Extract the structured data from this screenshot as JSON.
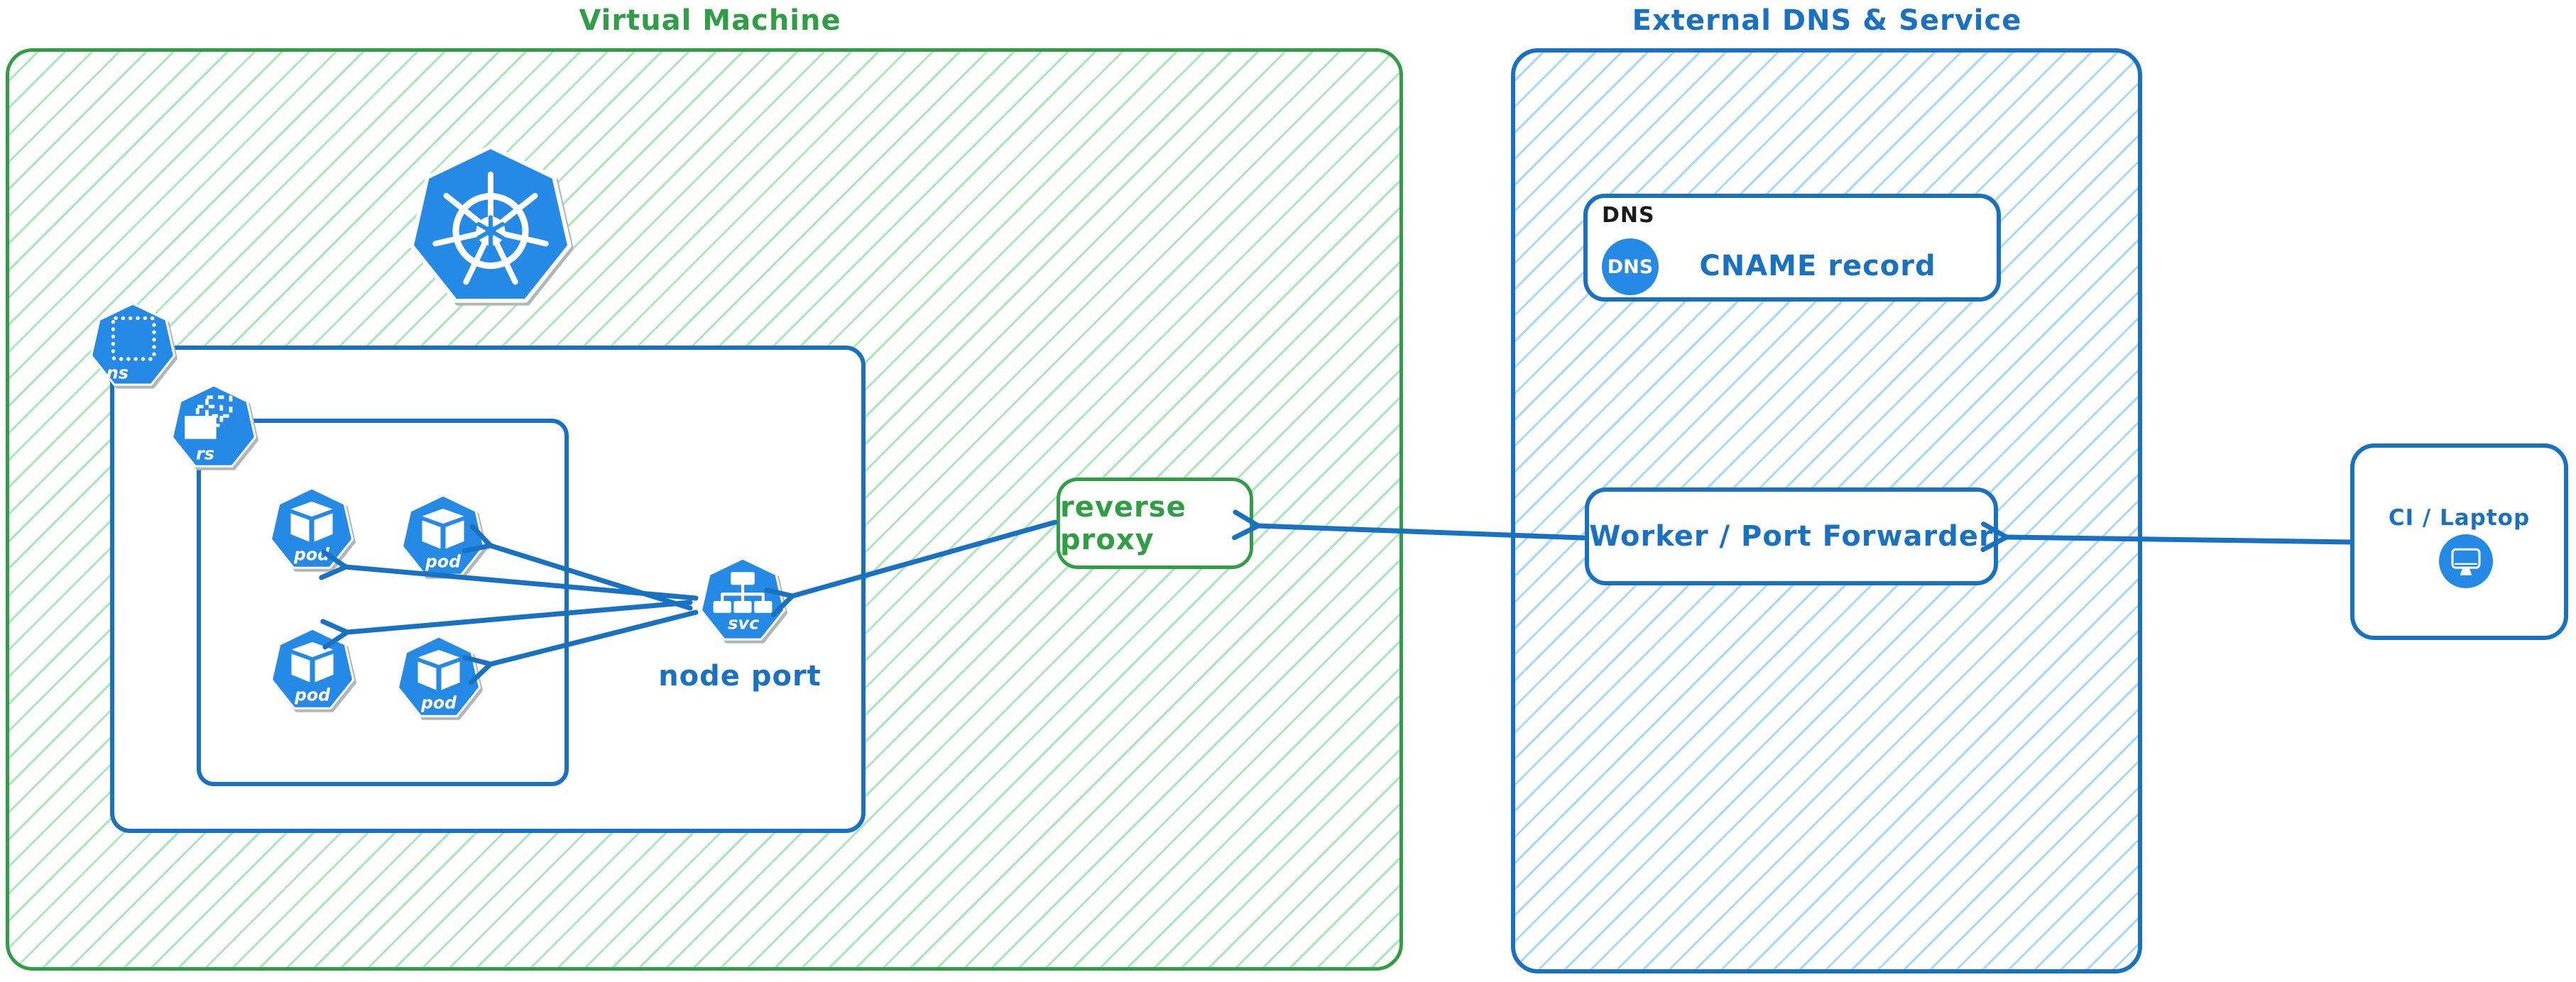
{
  "colors": {
    "green": "#2f9e44",
    "green-hatch": "#a9e8b6",
    "blue": "#1971c2",
    "blue-hatch": "#a5d8ff",
    "icon-blue": "#2589e6",
    "ink": "#1b1b1b",
    "shadow": "#b0b6ba"
  },
  "vm": {
    "title": "Virtual Machine"
  },
  "external": {
    "title": "External DNS & Service"
  },
  "namespace": {
    "label": "ns"
  },
  "replicaset": {
    "label": "rs"
  },
  "pods": [
    {
      "label": "pod"
    },
    {
      "label": "pod"
    },
    {
      "label": "pod"
    },
    {
      "label": "pod"
    }
  ],
  "service": {
    "label": "svc",
    "caption": "node port"
  },
  "reverse_proxy": {
    "label": "reverse proxy"
  },
  "dns": {
    "tag": "DNS",
    "badge": "DNS",
    "record": "CNAME record"
  },
  "worker": {
    "label": "Worker / Port Forwarder"
  },
  "client": {
    "label": "CI / Laptop"
  }
}
